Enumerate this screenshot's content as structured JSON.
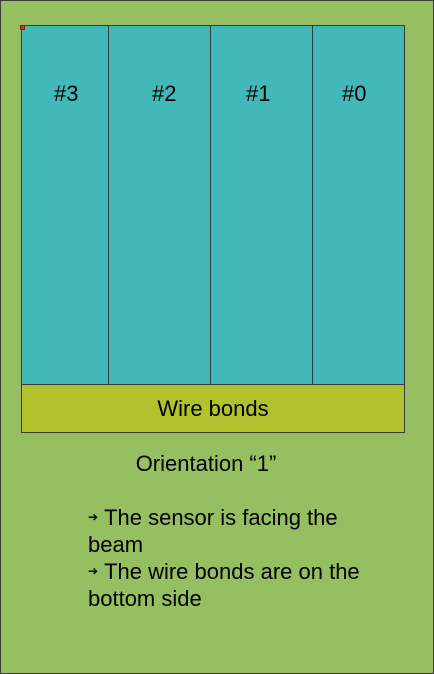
{
  "diagram": {
    "columns": [
      "#3",
      "#2",
      "#1",
      "#0"
    ],
    "bond_label": "Wire bonds",
    "orientation_label": "Orientation “1”",
    "notes": [
      "The sensor is facing the beam",
      "The wire bonds are on the bottom side"
    ],
    "arrow_glyph": "➔",
    "colors": {
      "background": "#95bf60",
      "sensor": "#43b8b8",
      "wire_bonds": "#b3c22c",
      "marker": "#e03020"
    }
  }
}
